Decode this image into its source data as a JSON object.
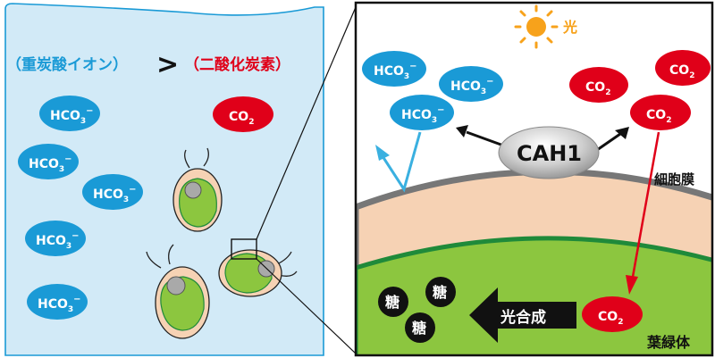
{
  "left_panel": {
    "bicarbonate_label": "（重炭酸イオン）",
    "comparison": ">",
    "co2_label": "（二酸化炭素）",
    "hco3_items": [
      {
        "base": "HCO",
        "sub": "3",
        "sup": "−"
      },
      {
        "base": "HCO",
        "sub": "3",
        "sup": "−"
      },
      {
        "base": "HCO",
        "sub": "3",
        "sup": "−"
      },
      {
        "base": "HCO",
        "sub": "3",
        "sup": "−"
      },
      {
        "base": "HCO",
        "sub": "3",
        "sup": "−"
      }
    ],
    "co2_item": {
      "base": "CO",
      "sub": "2"
    }
  },
  "right_panel": {
    "light_label": "光",
    "enzyme_label": "CAH1",
    "membrane_label": "細胞膜",
    "chloroplast_label": "葉緑体",
    "photosynthesis_label": "光合成",
    "sugar_label": "糖",
    "hco3_items": [
      {
        "base": "HCO",
        "sub": "3",
        "sup": "−"
      },
      {
        "base": "HCO",
        "sub": "3",
        "sup": "−"
      },
      {
        "base": "HCO",
        "sub": "3",
        "sup": "−"
      }
    ],
    "co2_items": [
      {
        "base": "CO",
        "sub": "2"
      },
      {
        "base": "CO",
        "sub": "2"
      },
      {
        "base": "CO",
        "sub": "2"
      }
    ],
    "co2_chloroplast": {
      "base": "CO",
      "sub": "2"
    }
  },
  "colors": {
    "water": "#d2eaf7",
    "bicarbonate_blue": "#1a9ad6",
    "co2_red": "#e00019",
    "cytoplasm": "#f6d2b4",
    "membrane": "#777777",
    "chloroplast_green": "#8cc63f",
    "chloroplast_edge": "#1f8a3a",
    "sun": "#f7a21b",
    "cah1_grey": "#bdbdbd"
  }
}
